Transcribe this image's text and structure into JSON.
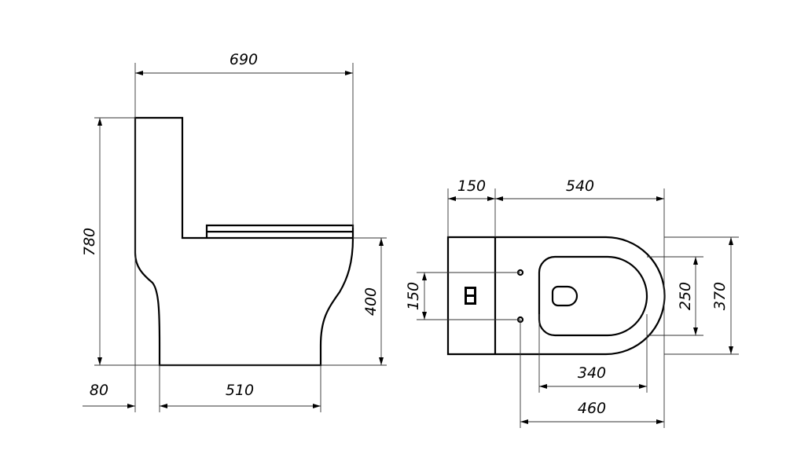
{
  "title": "Toilet dimension drawing",
  "side_view": {
    "width_total": "690",
    "height_total": "780",
    "seat_height": "400",
    "rear_offset": "80",
    "base_length": "510"
  },
  "top_view": {
    "tank_depth": "150",
    "bowl_length": "540",
    "inlet_spacing": "150",
    "seat_width": "250",
    "total_width": "370",
    "seat_length": "340",
    "bolt_to_front": "460"
  },
  "colors": {
    "line": "#000000",
    "dim": "#333333"
  }
}
